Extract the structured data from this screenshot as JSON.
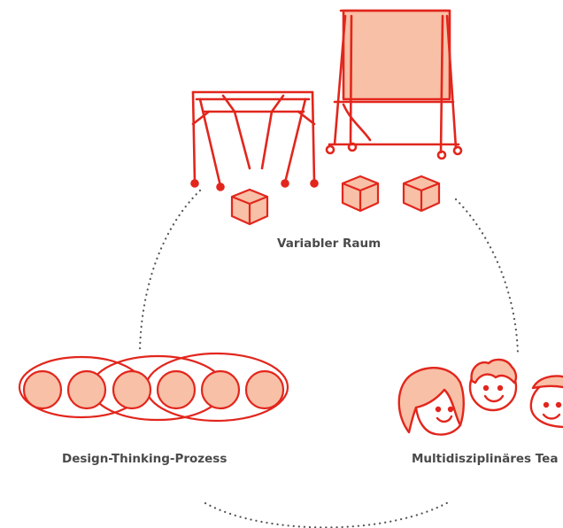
{
  "diagram": {
    "labels": {
      "space": "Variabler Raum",
      "process": "Design-Thinking-Prozess",
      "team": "Multidisziplinäres Tea"
    },
    "colors": {
      "stroke": "#e2261d",
      "fill": "#f8c0a6",
      "dots": "#555555",
      "label": "#4a4a4a",
      "background": "#ffffff"
    },
    "icons": [
      "high-table-icon",
      "whiteboard-icon",
      "cube-stool-icon",
      "process-loops-icon",
      "team-faces-icon"
    ]
  }
}
